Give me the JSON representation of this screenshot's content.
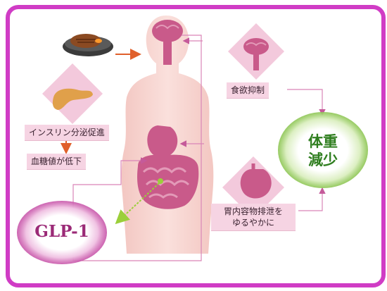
{
  "labels": {
    "insulin": "インスリン分泌促進",
    "blood_sugar": "血糖値が低下",
    "appetite": "食欲抑制",
    "gastric_line1": "胃内容物排泄を",
    "gastric_line2": "ゆるやかに",
    "glp1": "GLP-1",
    "result_line1": "体重",
    "result_line2": "減少"
  },
  "colors": {
    "frame": "#d03cc5",
    "body": "#f6d3cf",
    "organ": "#c95a8a",
    "label_bg": "#f6d4e3",
    "diamond": "#f3c9dc",
    "glp1_glow": "#c44aa4",
    "result_glow": "#9bcf61",
    "arrow_pink": "#d985b8",
    "arrow_orange": "#e0602c",
    "arrow_green": "#9bcf3a"
  },
  "icons": [
    "steak-icon",
    "pancreas-icon",
    "brain-icon",
    "stomach-icon",
    "intestine-icon"
  ]
}
